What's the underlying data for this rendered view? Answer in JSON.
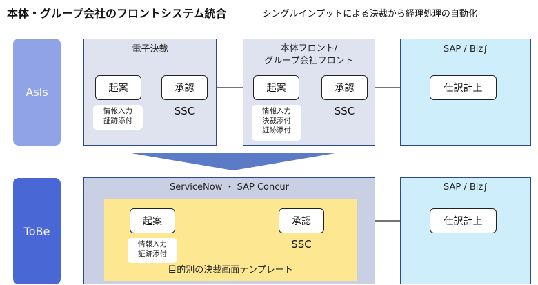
{
  "header": {
    "title": "本体・グループ会社のフロントシステム統合",
    "subtitle": "– シングルインプットによる決裁から経理処理の自動化"
  },
  "asis": {
    "label": "AsIs",
    "e_approval": {
      "title": "電子決裁",
      "draft": "起案",
      "approve": "承認",
      "notes": [
        "情報入力",
        "証跡添付"
      ],
      "ssc": "SSC"
    },
    "front": {
      "title_line1": "本体フロント/",
      "title_line2": "グループ会社フロント",
      "draft": "起案",
      "approve": "承認",
      "notes": [
        "情報入力",
        "決裁添付",
        "証跡添付"
      ],
      "ssc": "SSC"
    },
    "sap": {
      "title": "SAP / Biz∫",
      "journal": "仕訳計上"
    }
  },
  "tobe": {
    "label": "ToBe",
    "platform": {
      "title": "ServiceNow ・ SAP Concur",
      "draft": "起案",
      "approve": "承認",
      "notes": [
        "情報入力",
        "証跡添付"
      ],
      "ssc": "SSC",
      "template_label": "目的別の決裁画面テンプレート"
    },
    "sap": {
      "title": "SAP / Biz∫",
      "journal": "仕訳計上"
    }
  },
  "colors": {
    "asis_pill": "#8fa3e6",
    "tobe_pill": "#4a67d6",
    "panel_border": "#2c4b8f",
    "sap_fill": "#cdeefa",
    "template_fill": "#fde791",
    "transition_arrow": "#5b7bc7"
  }
}
